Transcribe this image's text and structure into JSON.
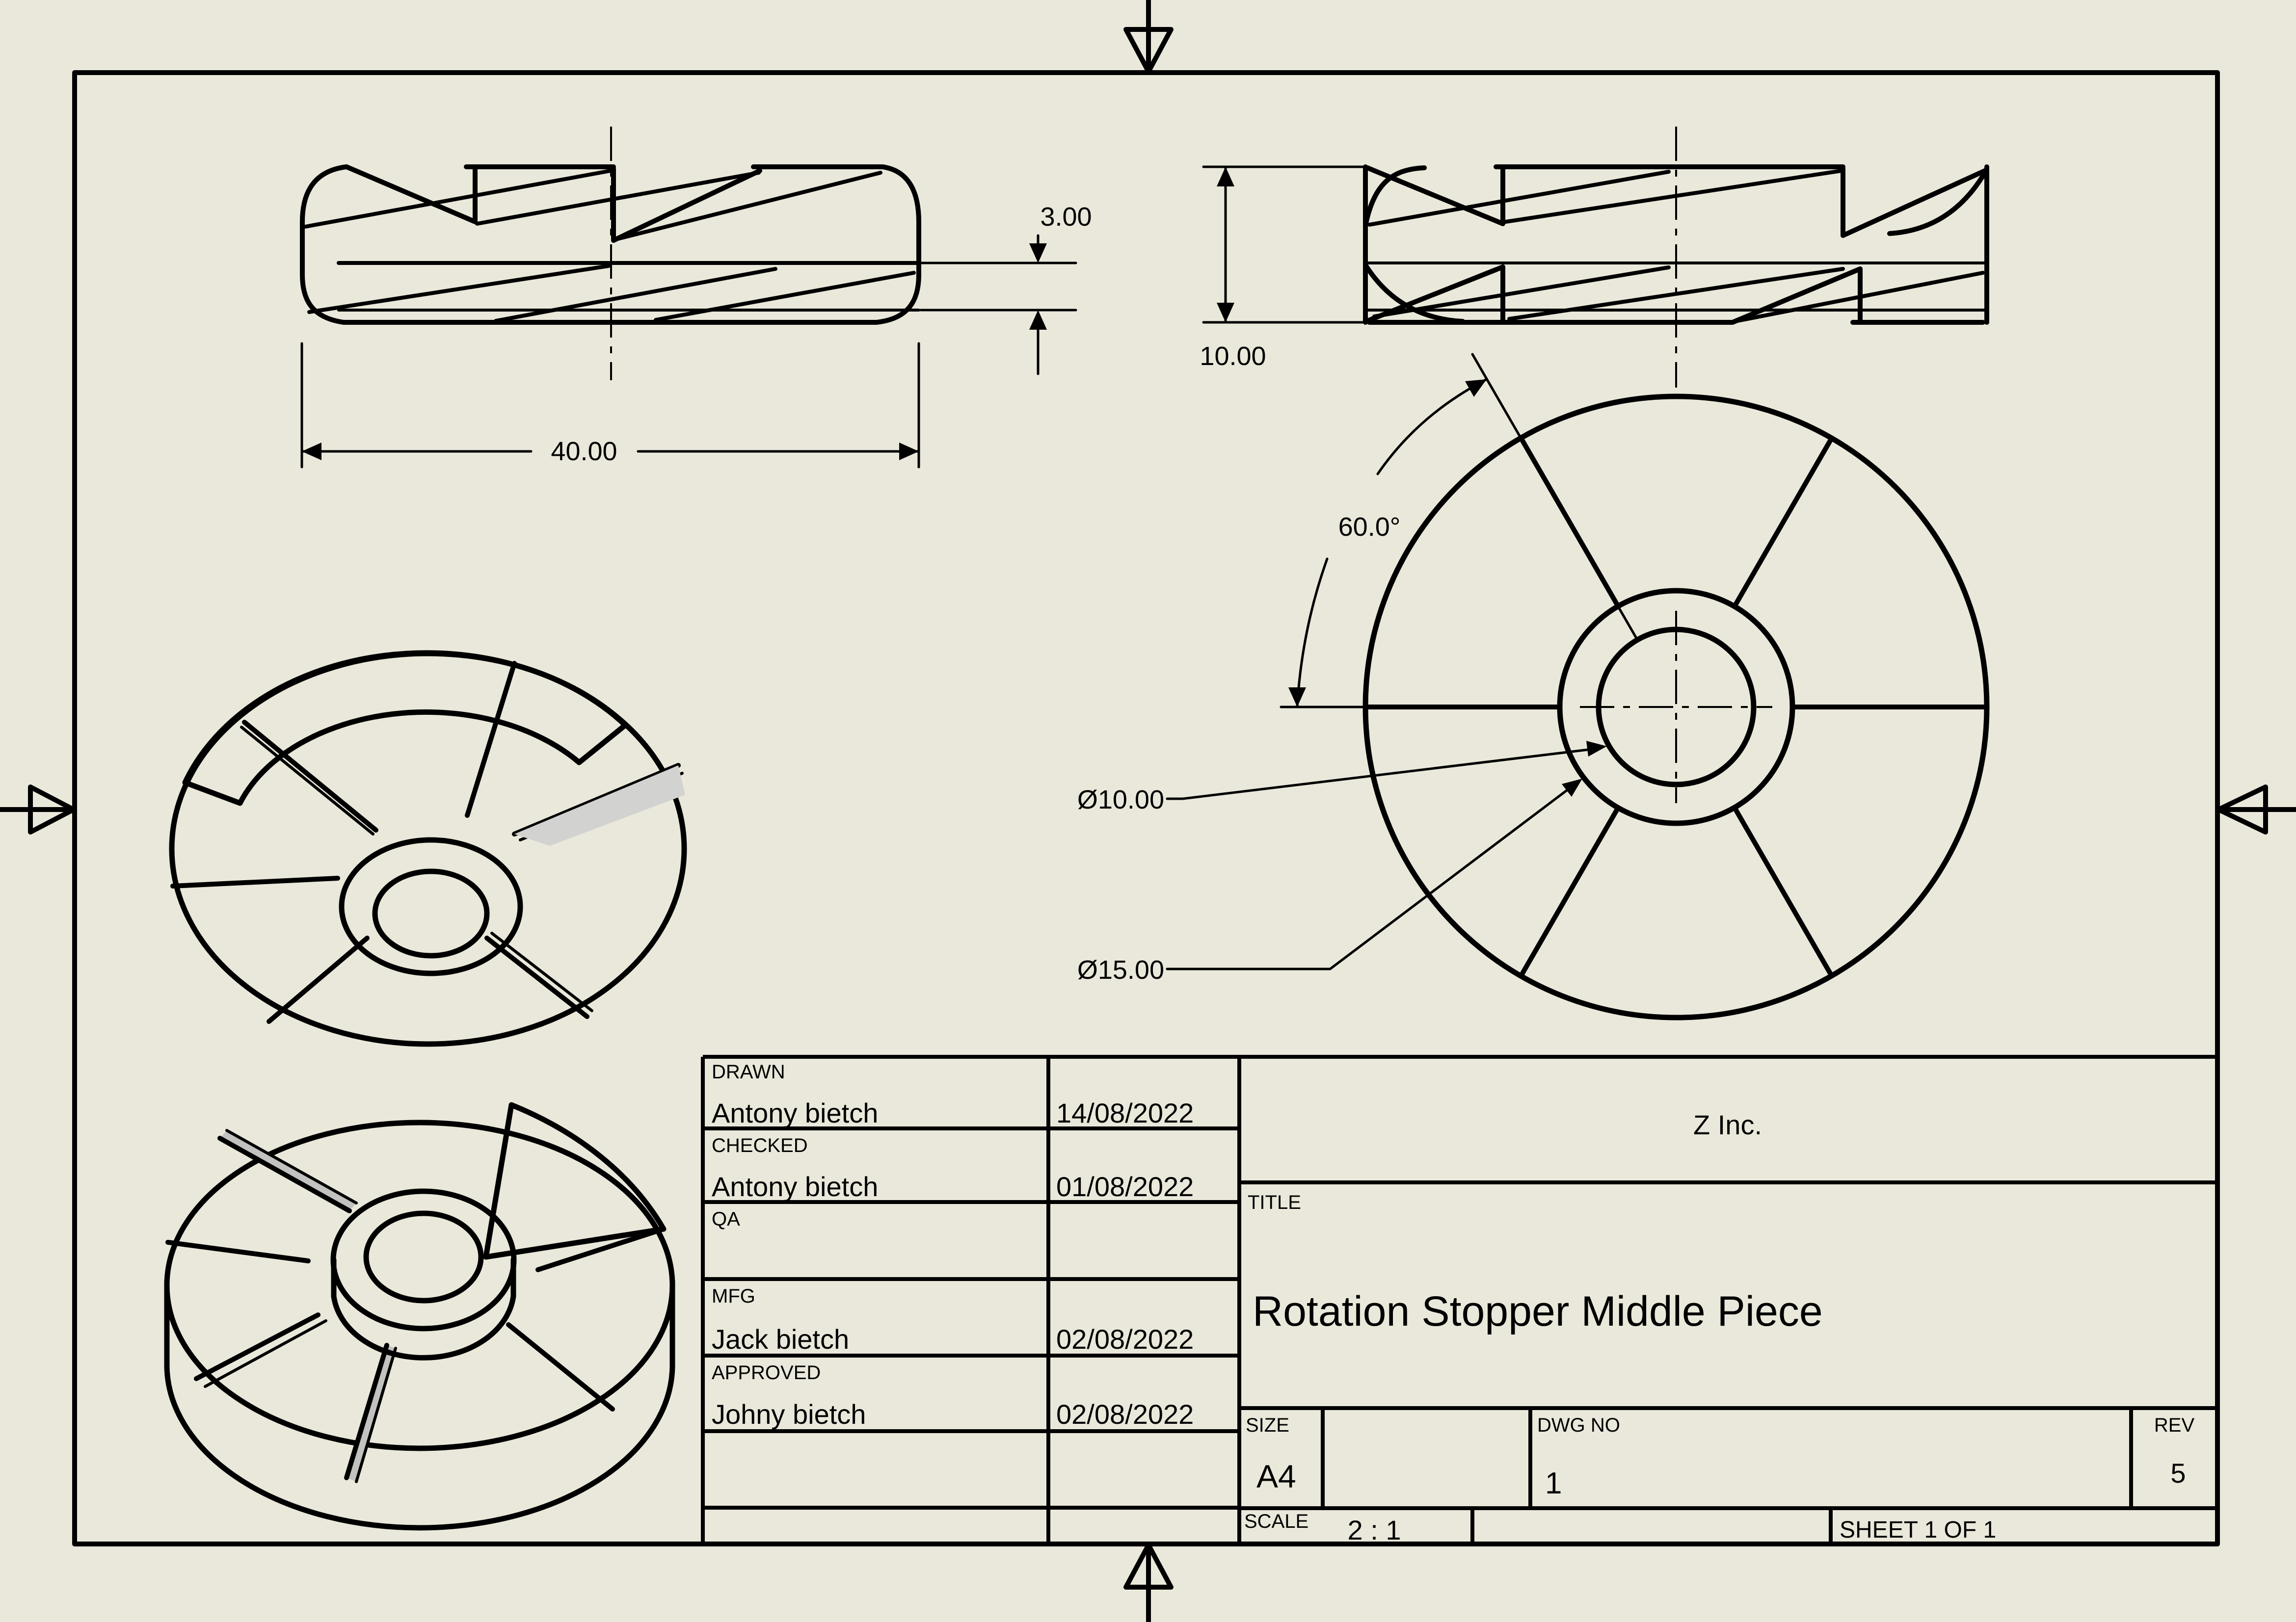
{
  "colors": {
    "background": "#EAE8DA",
    "line": "#000000",
    "gray_mid": "#a5a5a3",
    "gray_light": "#e2e2e0",
    "gray_dark": "#8c8c8a"
  },
  "dims": {
    "thickness": "3.00",
    "width": "40.00",
    "height": "10.00",
    "angle": "60.0°",
    "hole_diameter": "Ø10.00",
    "boss_diameter": "Ø15.00"
  },
  "title_block": {
    "company": "Z Inc.",
    "labels": {
      "title": "TITLE",
      "size": "SIZE",
      "dwg": "DWG NO",
      "rev": "REV",
      "scale": "SCALE"
    },
    "title": "Rotation Stopper Middle Piece",
    "size": "A4",
    "dwg_no": "1",
    "rev": "5",
    "scale": "2 : 1",
    "sheet": "SHEET 1  OF 1",
    "approvals": [
      {
        "role": "DRAWN",
        "name": "Antony bietch",
        "date": "14/08/2022"
      },
      {
        "role": "CHECKED",
        "name": "Antony bietch",
        "date": "01/08/2022"
      },
      {
        "role": "QA",
        "name": "",
        "date": ""
      },
      {
        "role": "MFG",
        "name": "Jack bietch",
        "date": "02/08/2022"
      },
      {
        "role": "APPROVED",
        "name": "Johny bietch",
        "date": "02/08/2022"
      }
    ]
  }
}
